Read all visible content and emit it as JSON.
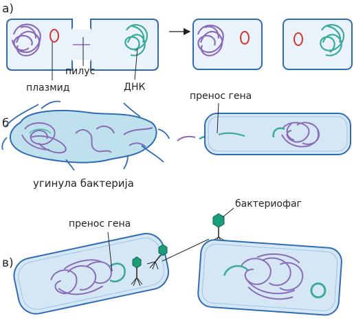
{
  "panel_a": {
    "letter": "а)",
    "labels": {
      "pilus": "пилус",
      "plasmid": "плазмид",
      "dna": "ДНК"
    }
  },
  "panel_b": {
    "letter": "б",
    "labels": {
      "dead_bacterium": "угинула бактерија",
      "gene_transfer": "пренос гена"
    }
  },
  "panel_c": {
    "letter": "в)",
    "labels": {
      "gene_transfer": "пренос гена",
      "bacteriophage": "бактериофаг"
    }
  },
  "colors": {
    "cell_outline": "#2e6bb3",
    "cell_fill": "#eaf2fb",
    "cell_fill_b": "#d5e7f5",
    "dead_fill": "#bfe1ee",
    "dna_purple": "#8a6bb8",
    "dna_teal": "#3aaa9a",
    "plasmid_red": "#d7342b",
    "phage_green": "#1a9e7a"
  },
  "icons": [
    "arrow-right-icon",
    "bacteriophage-icon"
  ]
}
